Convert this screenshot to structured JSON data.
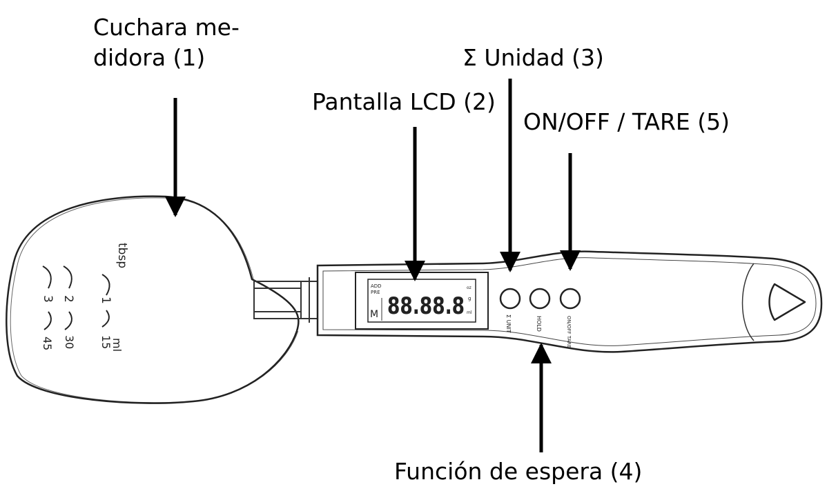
{
  "labels": {
    "spoon_line1": "Cuchara me-",
    "spoon_line2": "didora (1)",
    "lcd": "Pantalla LCD (2)",
    "unit": "Σ Unidad (3)",
    "hold": "Función de espera (4)",
    "onoff": "ON/OFF / TARE (5)"
  },
  "device": {
    "display_digits": "88.88.8",
    "display_mode": "M",
    "display_tags": [
      "ADD",
      "PRE"
    ],
    "display_units": [
      "oz",
      "g",
      "ml"
    ],
    "spoon_marks_ml": [
      "45",
      "30",
      "15"
    ],
    "spoon_marks_tbsp": [
      "3",
      "2",
      "1"
    ],
    "spoon_unit_ml": "ml",
    "spoon_unit_tbsp": "tbsp",
    "button_labels": [
      "Σ UNIT",
      "HOLD",
      "ON/OFF TARE"
    ]
  }
}
